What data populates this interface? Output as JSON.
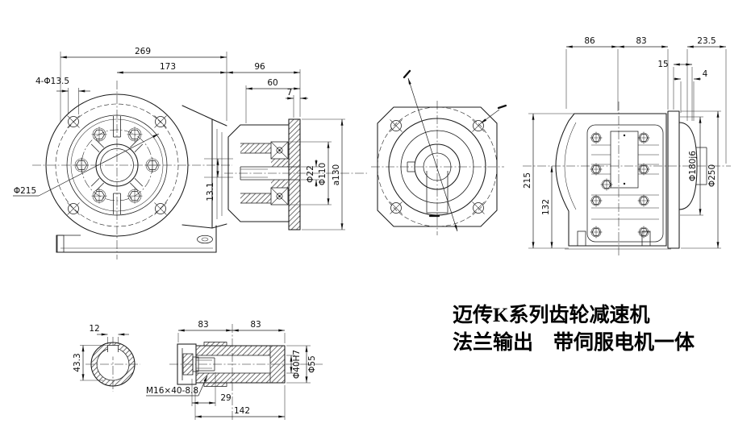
{
  "drawing": {
    "background": "#ffffff",
    "line_color": "#1a1a1a",
    "title_block": {
      "line1": "迈传K系列齿轮减速机",
      "line2": "法兰输出　带伺服电机一体"
    },
    "front_view": {
      "dim_overall": "269",
      "dim_center_to_face": "173",
      "dim_mount_holes": "4-Φ13.5",
      "dim_flange_circle": "Φ215",
      "dim_step": "13.1"
    },
    "output_flange_section": {
      "dim_length": "96",
      "dim_spigot_length": "60",
      "dim_plate": "7",
      "dim_bore": "Φ22",
      "dim_spigot": "Φ110",
      "dim_flange_od": "a130"
    },
    "side_view": {
      "dim_motor": "86",
      "dim_gearbox": "83",
      "dim_flange_depth": "23.5",
      "dim_15": "15",
      "dim_4": "4",
      "dim_overall_height": "215",
      "dim_axis_height": "132",
      "dim_spigot": "Φ180j6",
      "dim_flange": "Φ250"
    },
    "hollow_shaft_end_view": {
      "dim_keyway_width": "12",
      "dim_keyway_depth": "43.3"
    },
    "hollow_shaft_section": {
      "dim_left": "83",
      "dim_right": "83",
      "dim_thread": "M16×40-8.8",
      "dim_thread_depth": "29",
      "dim_length": "142",
      "dim_bore": "Φ40H7",
      "dim_od": "Φ55"
    }
  }
}
